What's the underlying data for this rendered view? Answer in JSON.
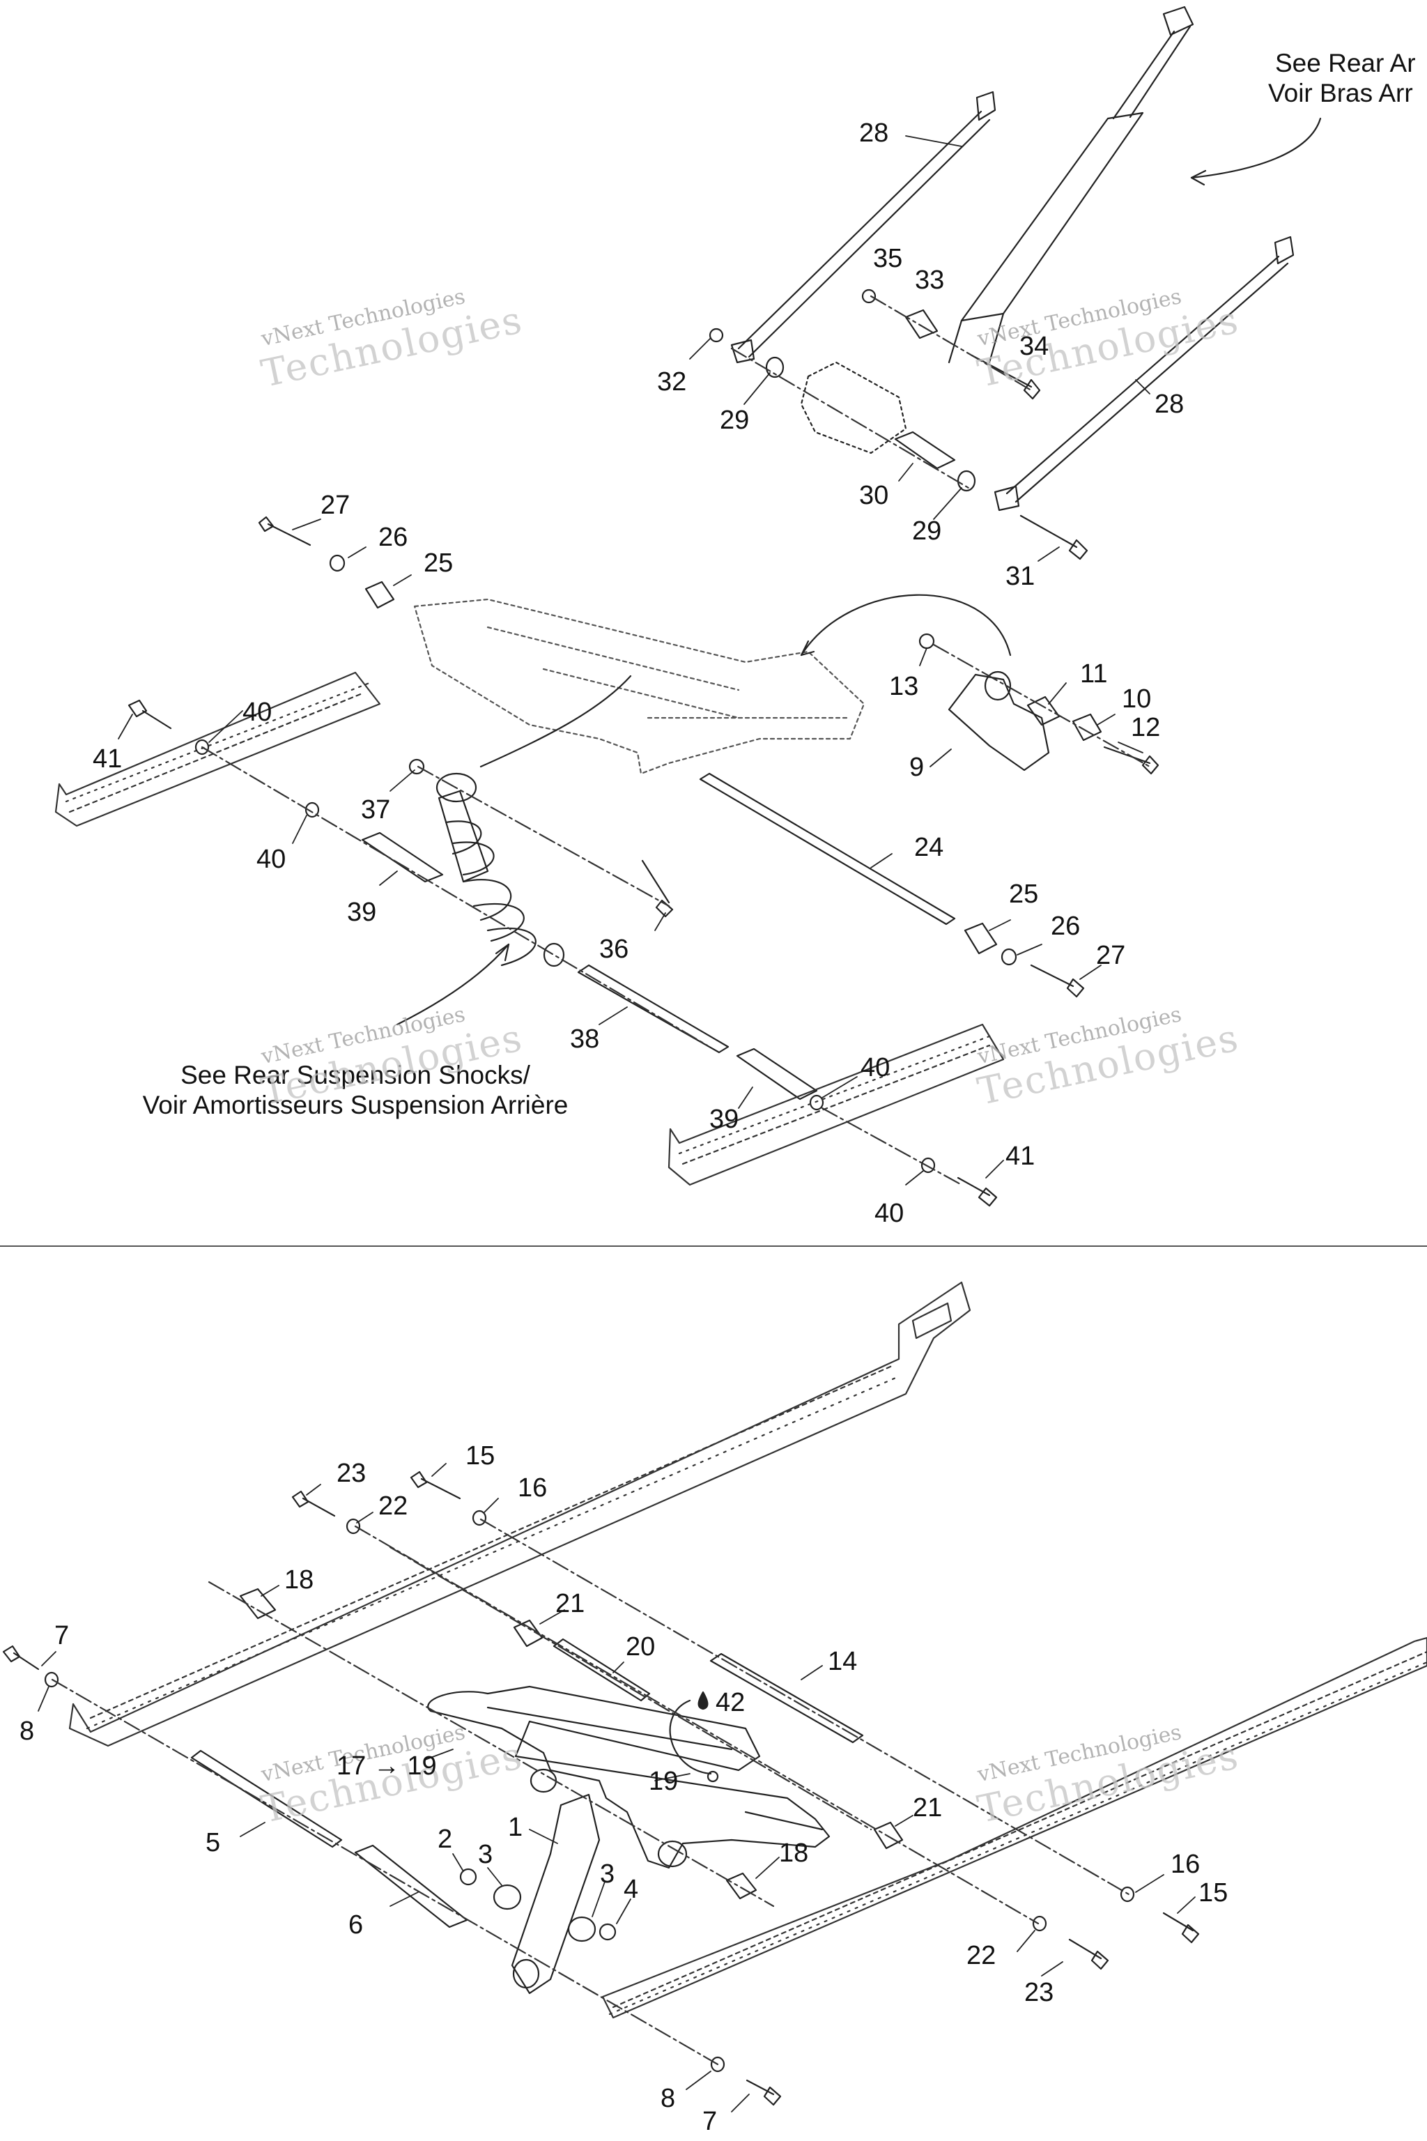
{
  "notes": {
    "see_rear_arm_line1": "See Rear Ar",
    "see_rear_arm_line2": "Voir Bras Arr",
    "see_shocks_line1": "See Rear Suspension Shocks/",
    "see_shocks_line2": "Voir Amortisseurs Suspension Arrière"
  },
  "watermark": {
    "line1": "vNext Technologies",
    "line2": "Technologies"
  },
  "callouts": {
    "top": [
      "28",
      "35",
      "33",
      "34",
      "32",
      "29",
      "28",
      "30",
      "29",
      "31",
      "27",
      "26",
      "25",
      "40",
      "41",
      "11",
      "13",
      "10",
      "12",
      "9",
      "37",
      "40",
      "24",
      "39",
      "25",
      "26",
      "36",
      "27",
      "38",
      "40",
      "39",
      "41",
      "40"
    ],
    "bottom": [
      "23",
      "15",
      "22",
      "16",
      "18",
      "21",
      "7",
      "20",
      "14",
      "8",
      "42",
      "17 → 19",
      "19",
      "21",
      "1",
      "2",
      "3",
      "18",
      "5",
      "3",
      "4",
      "6",
      "16",
      "15",
      "22",
      "23",
      "8",
      "7"
    ]
  },
  "colors": {
    "line": "#222222",
    "hatch": "#666666",
    "watermark": "#9a9a9a"
  }
}
